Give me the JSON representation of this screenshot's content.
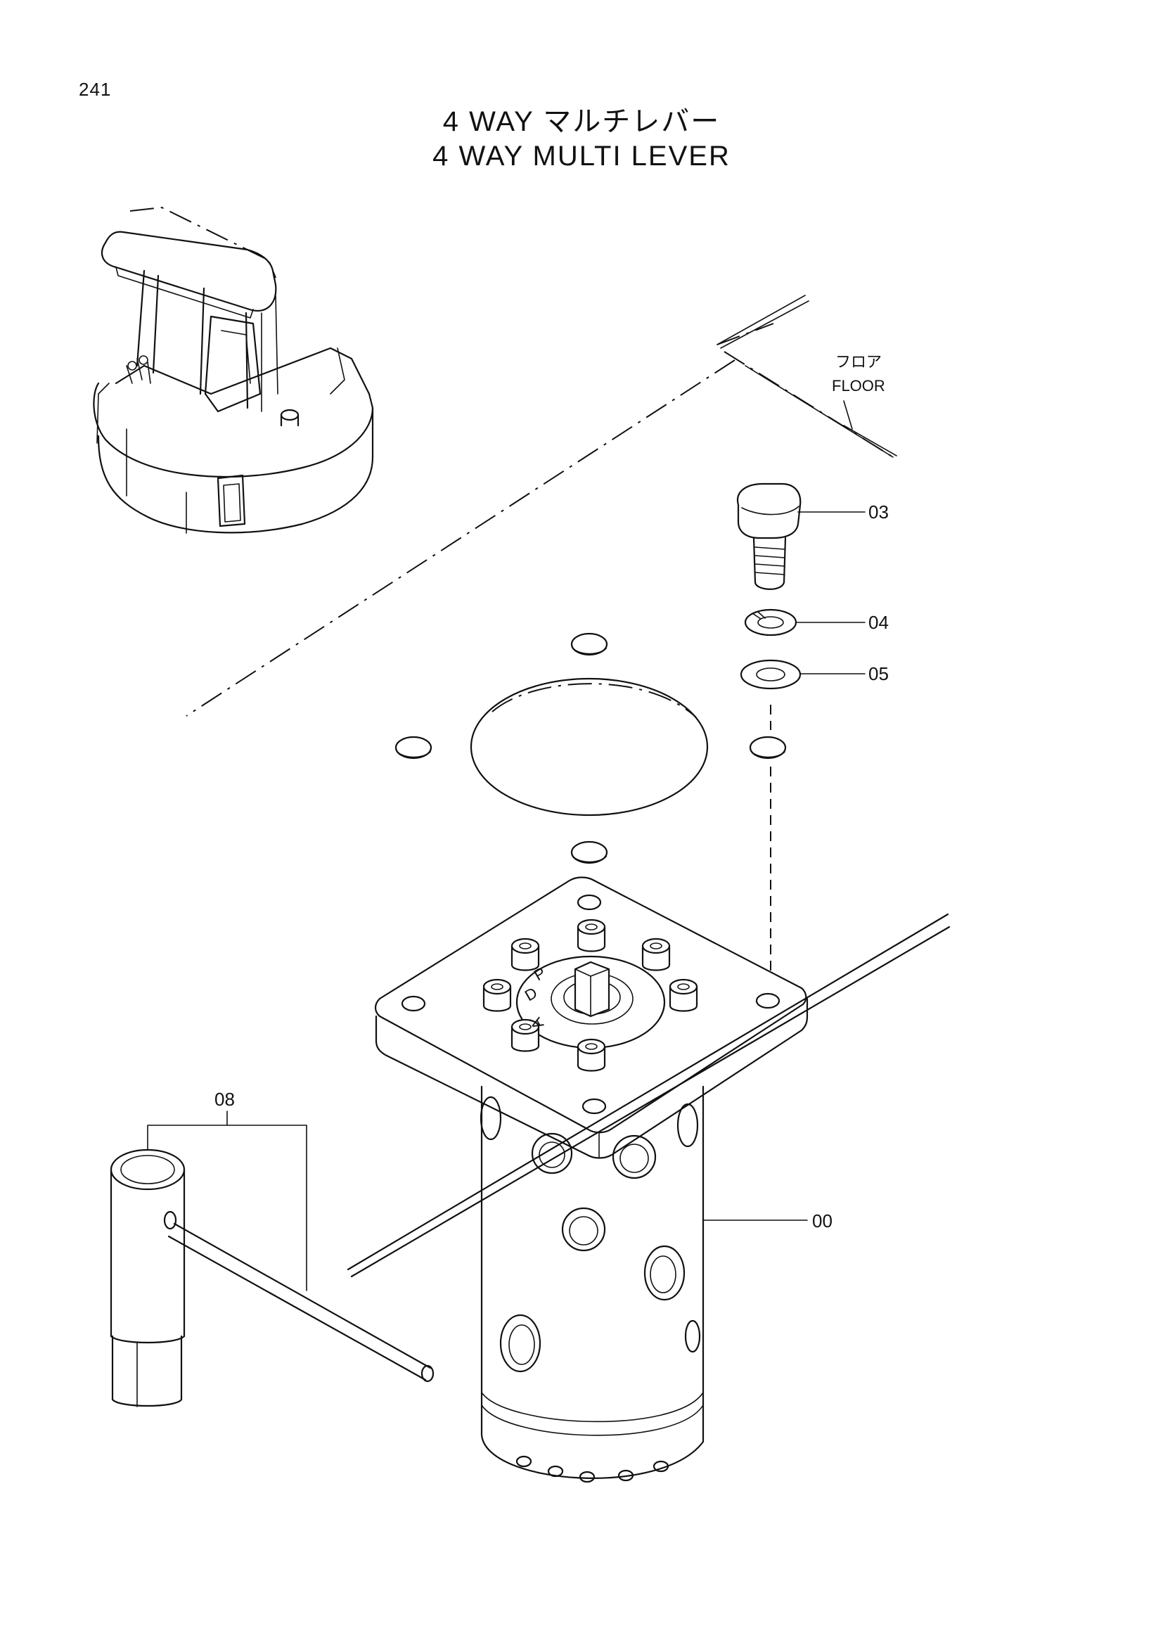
{
  "page_number": "241",
  "title_jp": "4 WAY マルチレバー",
  "title_en": "4 WAY  MULTI  LEVER",
  "floor_label_jp": "フロア",
  "floor_label_en": "FLOOR",
  "callouts": [
    {
      "id": "03",
      "part": "bolt"
    },
    {
      "id": "04",
      "part": "spring-washer"
    },
    {
      "id": "05",
      "part": "flat-washer"
    },
    {
      "id": "08",
      "part": "wrench-tool-set"
    },
    {
      "id": "00",
      "part": "multi-lever-valve"
    }
  ],
  "port_letters": [
    "P",
    "D",
    "A"
  ]
}
